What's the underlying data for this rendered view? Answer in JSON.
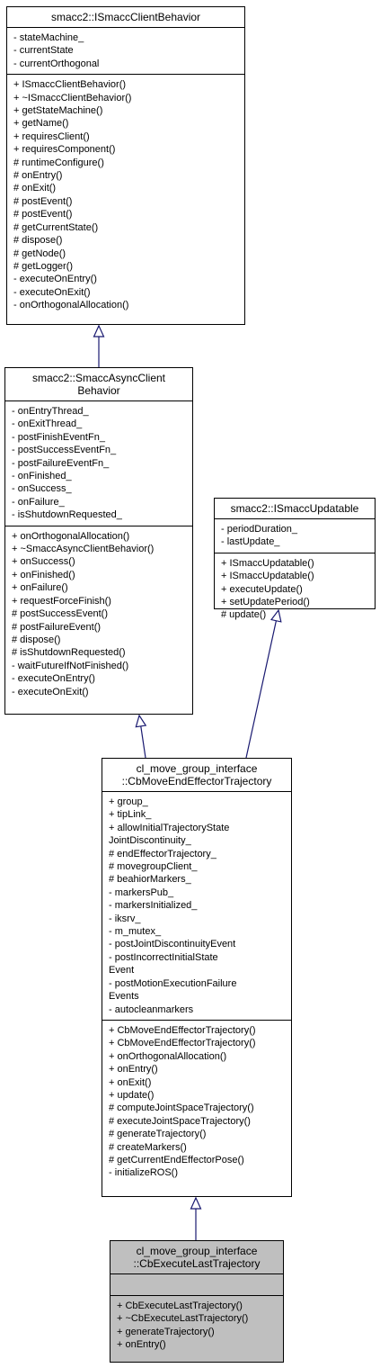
{
  "colors": {
    "edge": "#191970",
    "focus_fill": "#bfbfbf"
  },
  "classes": {
    "isacc_client_behavior": {
      "title": [
        "smacc2::ISmaccClientBehavior"
      ],
      "attributes": [
        "- stateMachine_",
        "- currentState",
        "- currentOrthogonal"
      ],
      "methods": [
        "+ ISmaccClientBehavior()",
        "+ ~ISmaccClientBehavior()",
        "+ getStateMachine()",
        "+ getName()",
        "+ requiresClient()",
        "+ requiresComponent()",
        "# runtimeConfigure()",
        "# onEntry()",
        "# onExit()",
        "# postEvent()",
        "# postEvent()",
        "# getCurrentState()",
        "# dispose()",
        "# getNode()",
        "# getLogger()",
        "- executeOnEntry()",
        "- executeOnExit()",
        "- onOrthogonalAllocation()"
      ]
    },
    "smacc_async_client_behavior": {
      "title": [
        "smacc2::SmaccAsyncClient",
        "Behavior"
      ],
      "attributes": [
        "- onEntryThread_",
        "- onExitThread_",
        "- postFinishEventFn_",
        "- postSuccessEventFn_",
        "- postFailureEventFn_",
        "- onFinished_",
        "- onSuccess_",
        "- onFailure_",
        "- isShutdownRequested_"
      ],
      "methods": [
        "+ onOrthogonalAllocation()",
        "+ ~SmaccAsyncClientBehavior()",
        "+ onSuccess()",
        "+ onFinished()",
        "+ onFailure()",
        "+ requestForceFinish()",
        "# postSuccessEvent()",
        "# postFailureEvent()",
        "# dispose()",
        "# isShutdownRequested()",
        "- waitFutureIfNotFinished()",
        "- executeOnEntry()",
        "- executeOnExit()"
      ]
    },
    "ismacc_updatable": {
      "title": [
        "smacc2::ISmaccUpdatable"
      ],
      "attributes": [
        "- periodDuration_",
        "- lastUpdate_"
      ],
      "methods": [
        "+ ISmaccUpdatable()",
        "+ ISmaccUpdatable()",
        "+ executeUpdate()",
        "+ setUpdatePeriod()",
        "# update()"
      ]
    },
    "cb_move_end_effector_trajectory": {
      "title": [
        "cl_move_group_interface",
        "::CbMoveEndEffectorTrajectory"
      ],
      "attributes": [
        "+ group_",
        "+ tipLink_",
        "+ allowInitialTrajectoryState",
        "JointDiscontinuity_",
        "# endEffectorTrajectory_",
        "# movegroupClient_",
        "# beahiorMarkers_",
        "- markersPub_",
        "- markersInitialized_",
        "- iksrv_",
        "- m_mutex_",
        "- postJointDiscontinuityEvent",
        "- postIncorrectInitialState",
        "Event",
        "- postMotionExecutionFailure",
        "Events",
        "- autocleanmarkers"
      ],
      "methods": [
        "+ CbMoveEndEffectorTrajectory()",
        "+ CbMoveEndEffectorTrajectory()",
        "+ onOrthogonalAllocation()",
        "+ onEntry()",
        "+ onExit()",
        "+ update()",
        "# computeJointSpaceTrajectory()",
        "# executeJointSpaceTrajectory()",
        "# generateTrajectory()",
        "# createMarkers()",
        "# getCurrentEndEffectorPose()",
        "- initializeROS()"
      ]
    },
    "cb_execute_last_trajectory": {
      "title": [
        "cl_move_group_interface",
        "::CbExecuteLastTrajectory"
      ],
      "attributes": [],
      "methods": [
        "+ CbExecuteLastTrajectory()",
        "+ ~CbExecuteLastTrajectory()",
        "+ generateTrajectory()",
        "+ onEntry()"
      ]
    }
  }
}
